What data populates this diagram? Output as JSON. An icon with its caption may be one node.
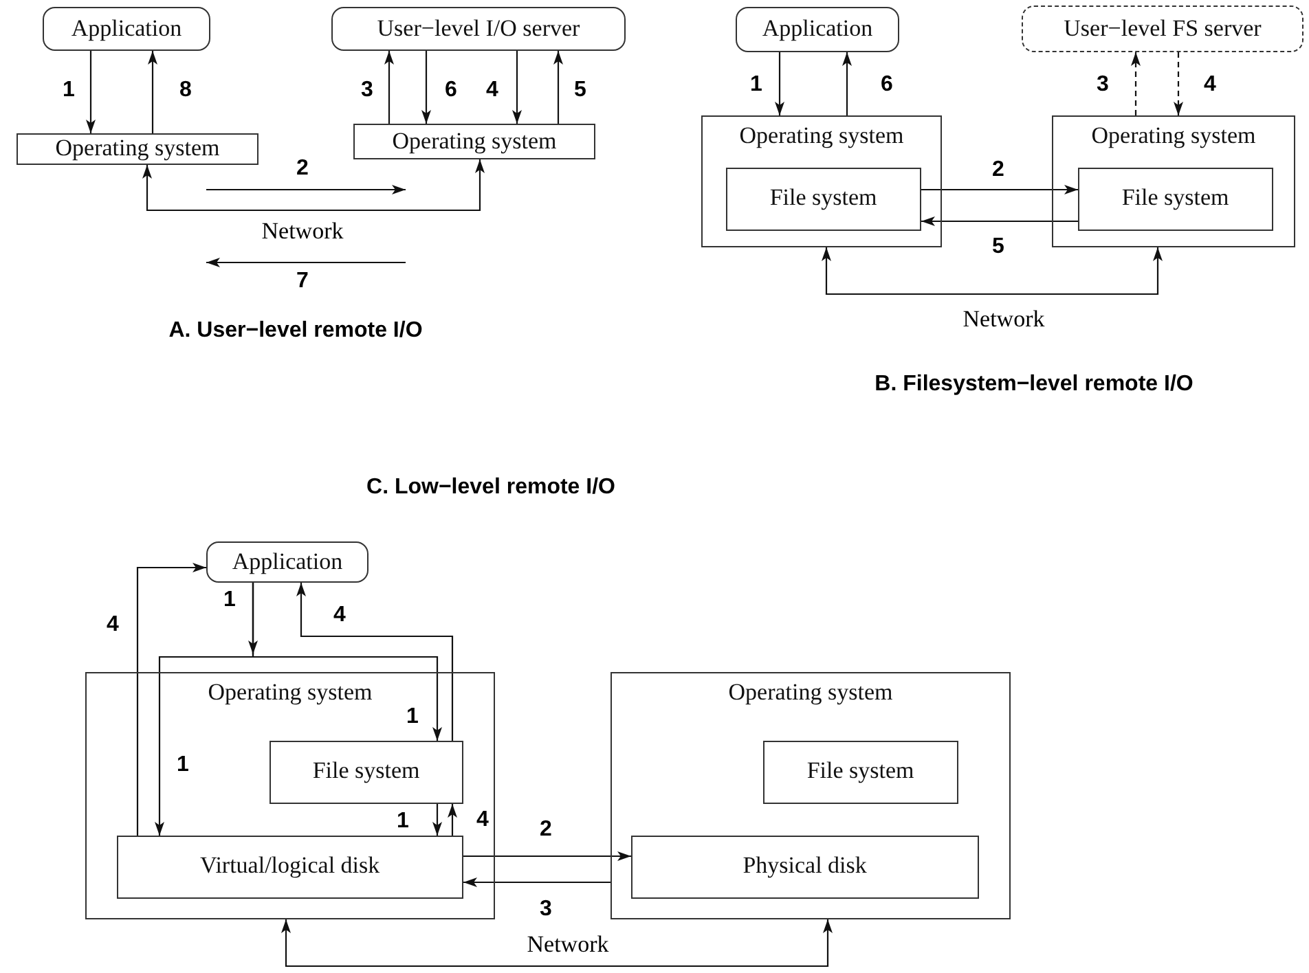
{
  "diagram": {
    "nodes": [
      {
        "text": [
          "Application"
        ]
      },
      {
        "text": [
          "User−level I/O server"
        ]
      },
      {
        "text": [
          "Application"
        ]
      },
      {
        "text": [
          "User−level FS server"
        ]
      },
      {
        "text": [
          "Operating system"
        ]
      },
      {
        "text": [
          "Operating system"
        ]
      },
      {
        "text": [
          "Operating system"
        ]
      },
      {
        "text": [
          "File system"
        ],
        "in": 6
      },
      {
        "text": [
          "Operating system"
        ]
      },
      {
        "text": [
          "File system"
        ],
        "in": 8
      },
      {
        "text": [
          "Application"
        ]
      },
      {
        "text": [
          "Operating system"
        ]
      },
      {
        "text": [
          "File system"
        ],
        "in": 11
      },
      {
        "text": [
          "Virtual/logical disk"
        ],
        "in": 11
      },
      {
        "text": [
          "Operating system"
        ]
      },
      {
        "text": [
          "File system"
        ],
        "in": 14
      },
      {
        "text": [
          "Physical disk"
        ],
        "in": 14
      }
    ],
    "edges": [
      {
        "from": 0,
        "to": 4,
        "arrow": "to",
        "label": "1"
      },
      {
        "from": 4,
        "to": 0,
        "arrow": "to",
        "label": "8"
      },
      {
        "from": 5,
        "to": 1,
        "arrow": "to",
        "label": "3"
      },
      {
        "from": 1,
        "to": 5,
        "arrow": "to",
        "label": "6"
      },
      {
        "from": 1,
        "to": 5,
        "arrow": "to",
        "label": "4"
      },
      {
        "from": 5,
        "to": 1,
        "arrow": "to",
        "label": "5"
      },
      {
        "from": 4,
        "to": 5,
        "arrow": "both",
        "label": "Network"
      },
      {
        "from": 2,
        "to": 6,
        "arrow": "to",
        "label": "1"
      },
      {
        "from": 6,
        "to": 2,
        "arrow": "to",
        "label": "6"
      },
      {
        "from": 8,
        "to": 3,
        "arrow": "to",
        "label": "3",
        "style": "dashed"
      },
      {
        "from": 3,
        "to": 8,
        "arrow": "to",
        "label": "4",
        "style": "dashed"
      },
      {
        "from": 7,
        "to": 9,
        "arrow": "to",
        "label": "2"
      },
      {
        "from": 9,
        "to": 7,
        "arrow": "to",
        "label": "5"
      },
      {
        "from": 6,
        "to": 8,
        "arrow": "both",
        "label": "Network"
      },
      {
        "from": 13,
        "to": 10,
        "arrow": "to",
        "label": "4"
      },
      {
        "from": 10,
        "to": 12,
        "arrow": "to",
        "label": "1"
      },
      {
        "from": 10,
        "to": 13,
        "arrow": "to",
        "label": "1"
      },
      {
        "from": 12,
        "to": 10,
        "arrow": "to",
        "label": "4"
      },
      {
        "from": 12,
        "to": 13,
        "arrow": "to",
        "label": "1"
      },
      {
        "from": 13,
        "to": 12,
        "arrow": "to",
        "label": "4"
      },
      {
        "from": 13,
        "to": 16,
        "arrow": "to",
        "label": "2"
      },
      {
        "from": 14,
        "to": 13,
        "arrow": "to",
        "label": "3"
      },
      {
        "from": 11,
        "to": 14,
        "arrow": "both",
        "label": "Network"
      }
    ],
    "labels": [
      "2",
      "7",
      "A. User−level remote I/O",
      "B. Filesystem−level remote I/O",
      "C. Low−level remote I/O",
      "1"
    ]
  }
}
